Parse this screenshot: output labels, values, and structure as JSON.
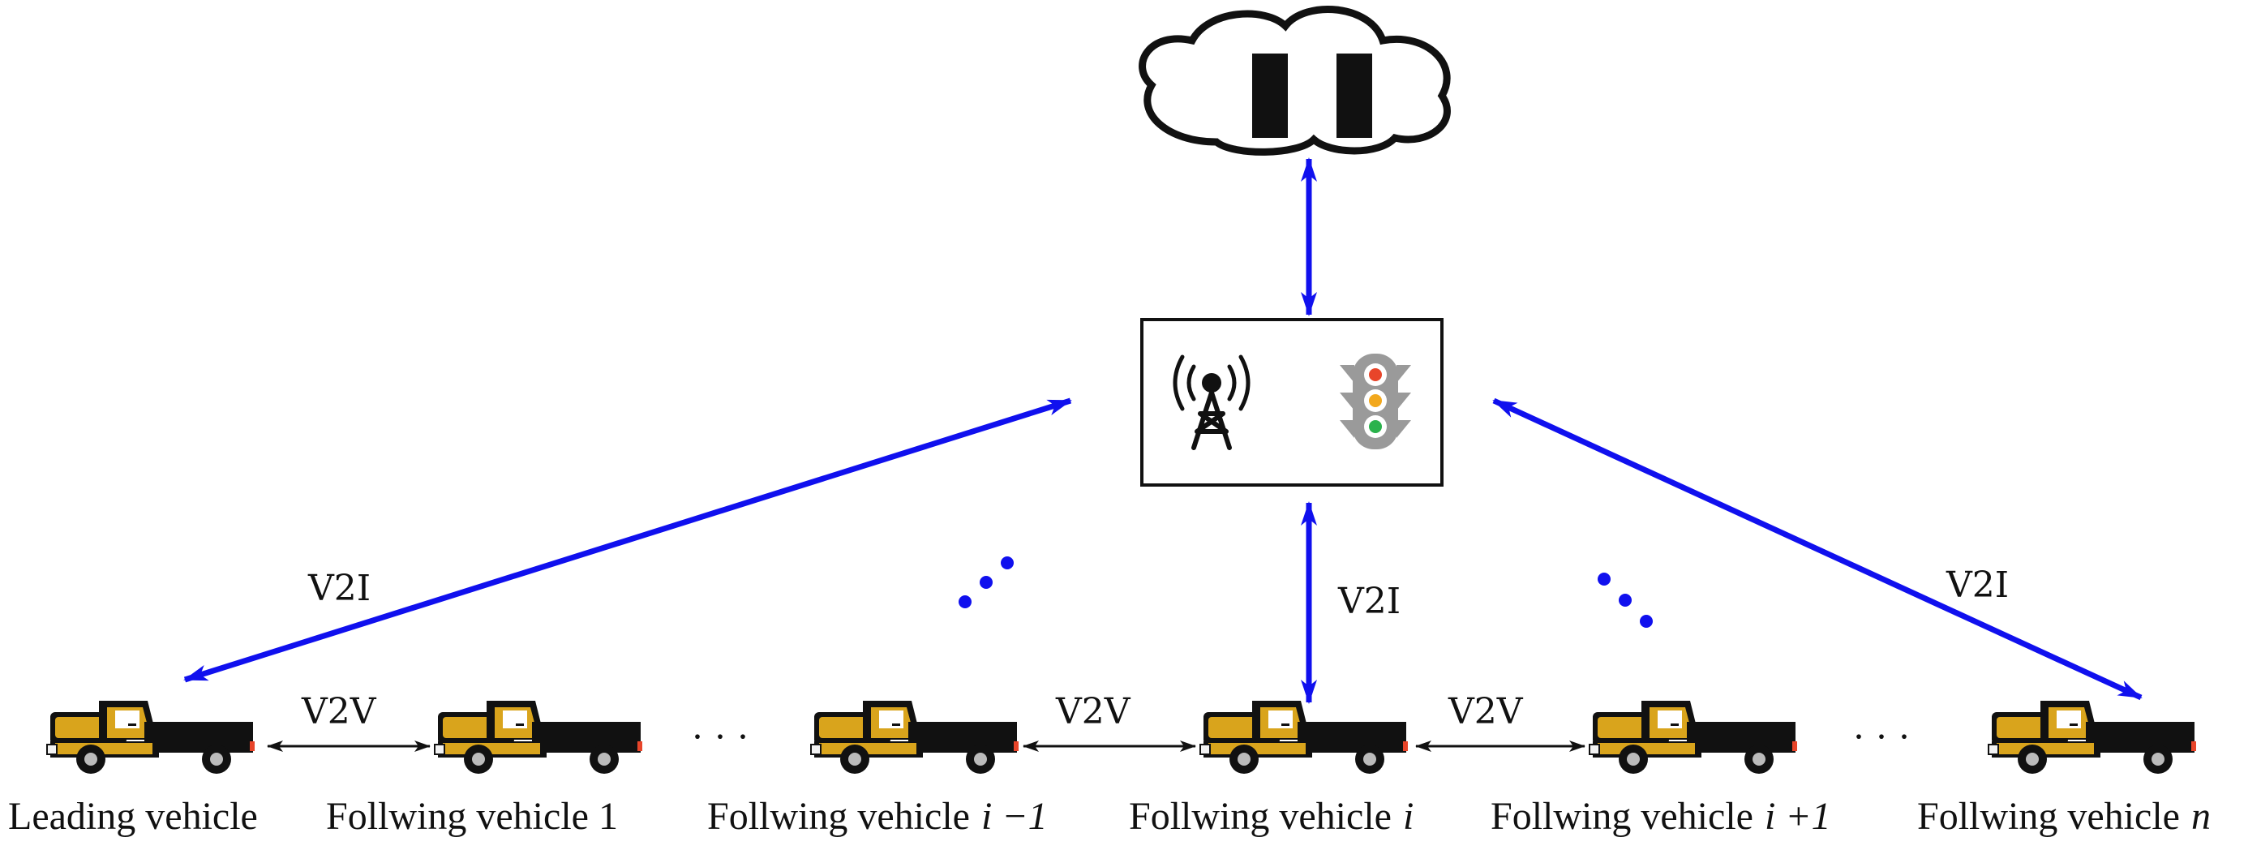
{
  "links": {
    "v2i_left": "V2I",
    "v2i_center": "V2I",
    "v2i_right": "V2I",
    "v2v_1": "V2V",
    "v2v_2": "V2V",
    "v2v_3": "V2V"
  },
  "ellipsis": "· · ·",
  "vehicles": [
    {
      "label": "Leading vehicle",
      "math": ""
    },
    {
      "label": "Follwing vehicle 1",
      "math": ""
    },
    {
      "label": "Follwing vehicle",
      "math": "i −1"
    },
    {
      "label": "Follwing vehicle",
      "math": "i"
    },
    {
      "label": "Follwing vehicle",
      "math": "i +1"
    },
    {
      "label": "Follwing vehicle",
      "math": "n"
    }
  ],
  "colors": {
    "arrow_blue": "#1010ee",
    "truck_body": "#d9a41c",
    "truck_dark": "#111111",
    "light_red": "#e8452a",
    "light_yellow": "#f2a81d",
    "light_green": "#2bb24c"
  },
  "icons": {
    "cloud": "cloud-server-icon",
    "tower": "antenna-tower-icon",
    "traffic": "traffic-light-icon",
    "truck": "pickup-truck-icon"
  }
}
